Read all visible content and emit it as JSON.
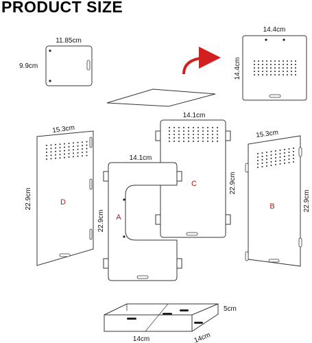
{
  "title": "PRODUCT SIZE",
  "colors": {
    "arrow": "#d21f1f",
    "letters": "#b01818",
    "outline": "#333333"
  },
  "icons": {
    "arrow": "curved-arrow-icon"
  },
  "panels": {
    "small_top": {
      "width": "11.85cm",
      "height": "9.9cm"
    },
    "lid": {
      "width": "14.4cm",
      "height": "14.4cm"
    },
    "panel_d": {
      "label": "D",
      "top": "15.3cm",
      "side": "22.9cm"
    },
    "panel_a": {
      "label": "A",
      "top": "14.1cm",
      "side": "22.9cm"
    },
    "panel_c": {
      "label": "C",
      "top": "14.1cm",
      "side": "22.9cm"
    },
    "panel_b": {
      "label": "B",
      "top": "15.3cm",
      "side": "22.9cm"
    },
    "tray": {
      "front": "14cm",
      "depth": "14cm",
      "height": "5cm"
    }
  }
}
